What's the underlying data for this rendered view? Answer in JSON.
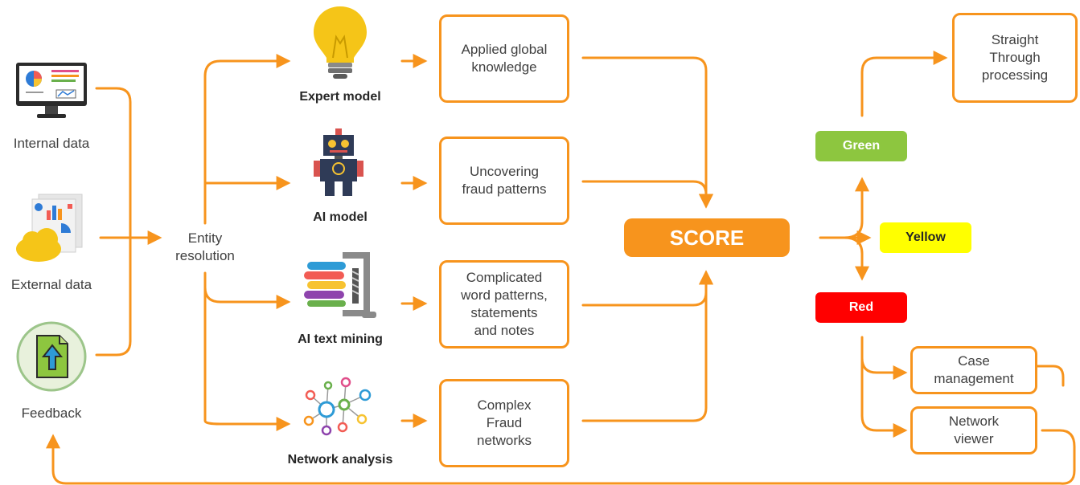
{
  "sources": {
    "internal": "Internal data",
    "external": "External data",
    "feedback": "Feedback"
  },
  "entity": "Entity\nresolution",
  "models": [
    {
      "label": "Expert model",
      "icon": "lightbulb-icon",
      "box": "Applied global\nknowledge"
    },
    {
      "label": "AI model",
      "icon": "robot-icon",
      "box": "Uncovering\nfraud patterns"
    },
    {
      "label": "AI text mining",
      "icon": "books-clamp-icon",
      "box": "Complicated\nword patterns,\nstatements\nand notes"
    },
    {
      "label": "Network analysis",
      "icon": "network-graph-icon",
      "box": "Complex\nFraud\nnetworks"
    }
  ],
  "score": "SCORE",
  "levels": {
    "green": "Green",
    "yellow": "Yellow",
    "red": "Red"
  },
  "outcomes": {
    "stp": "Straight\nThrough\nprocessing",
    "case": "Case\nmanagement",
    "network": "Network\nviewer"
  },
  "colors": {
    "accent": "#f7941d",
    "green": "#8dc63f",
    "yellow": "#ffff00",
    "red": "#ff0000"
  }
}
